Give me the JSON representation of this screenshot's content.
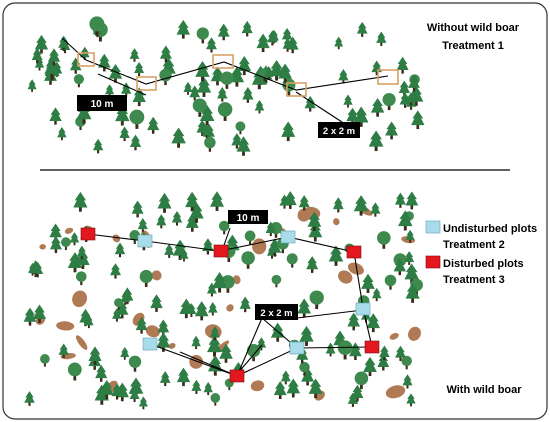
{
  "top_panel": {
    "title_line1": "Without wild boar",
    "title_line2": "Treatment 1",
    "distance_label": "10 m",
    "plot_size_label": "2 x 2 m"
  },
  "bottom_panel": {
    "caption": "With wild boar",
    "distance_label": "10 m",
    "plot_size_label": "2 x 2 m"
  },
  "legend": {
    "items": [
      {
        "line1": "Undisturbed plots",
        "line2": "Treatment 2",
        "color": "#a8dcea"
      },
      {
        "line1": "Disturbed plots",
        "line2": "Treatment 3",
        "color": "#e4171f"
      }
    ]
  },
  "colors": {
    "tree_crown": "#2e7d45",
    "tree_trunk": "#3a2a1a",
    "boar_patch": "#b07a55",
    "top_plot_outline": "#d9a066",
    "label_box": "#000000",
    "border": "#333333"
  }
}
